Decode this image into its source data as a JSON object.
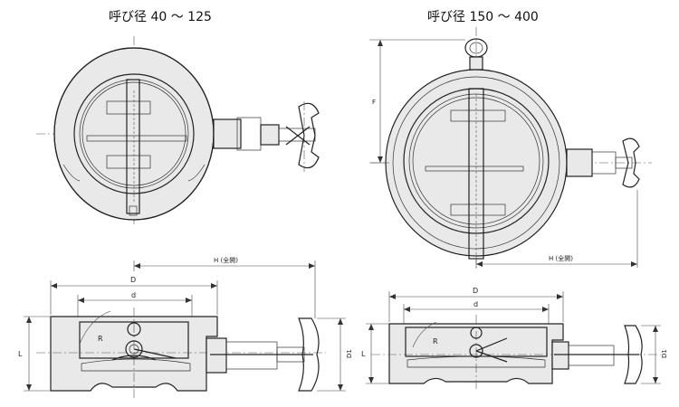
{
  "titles": {
    "left": "呼び径 40 ～ 125",
    "right": "呼び径 150 ～ 400"
  },
  "labels": {
    "F": "F",
    "H": "H (全開)",
    "D": "D",
    "d": "d",
    "R": "R",
    "L": "L",
    "D1": "D1"
  }
}
